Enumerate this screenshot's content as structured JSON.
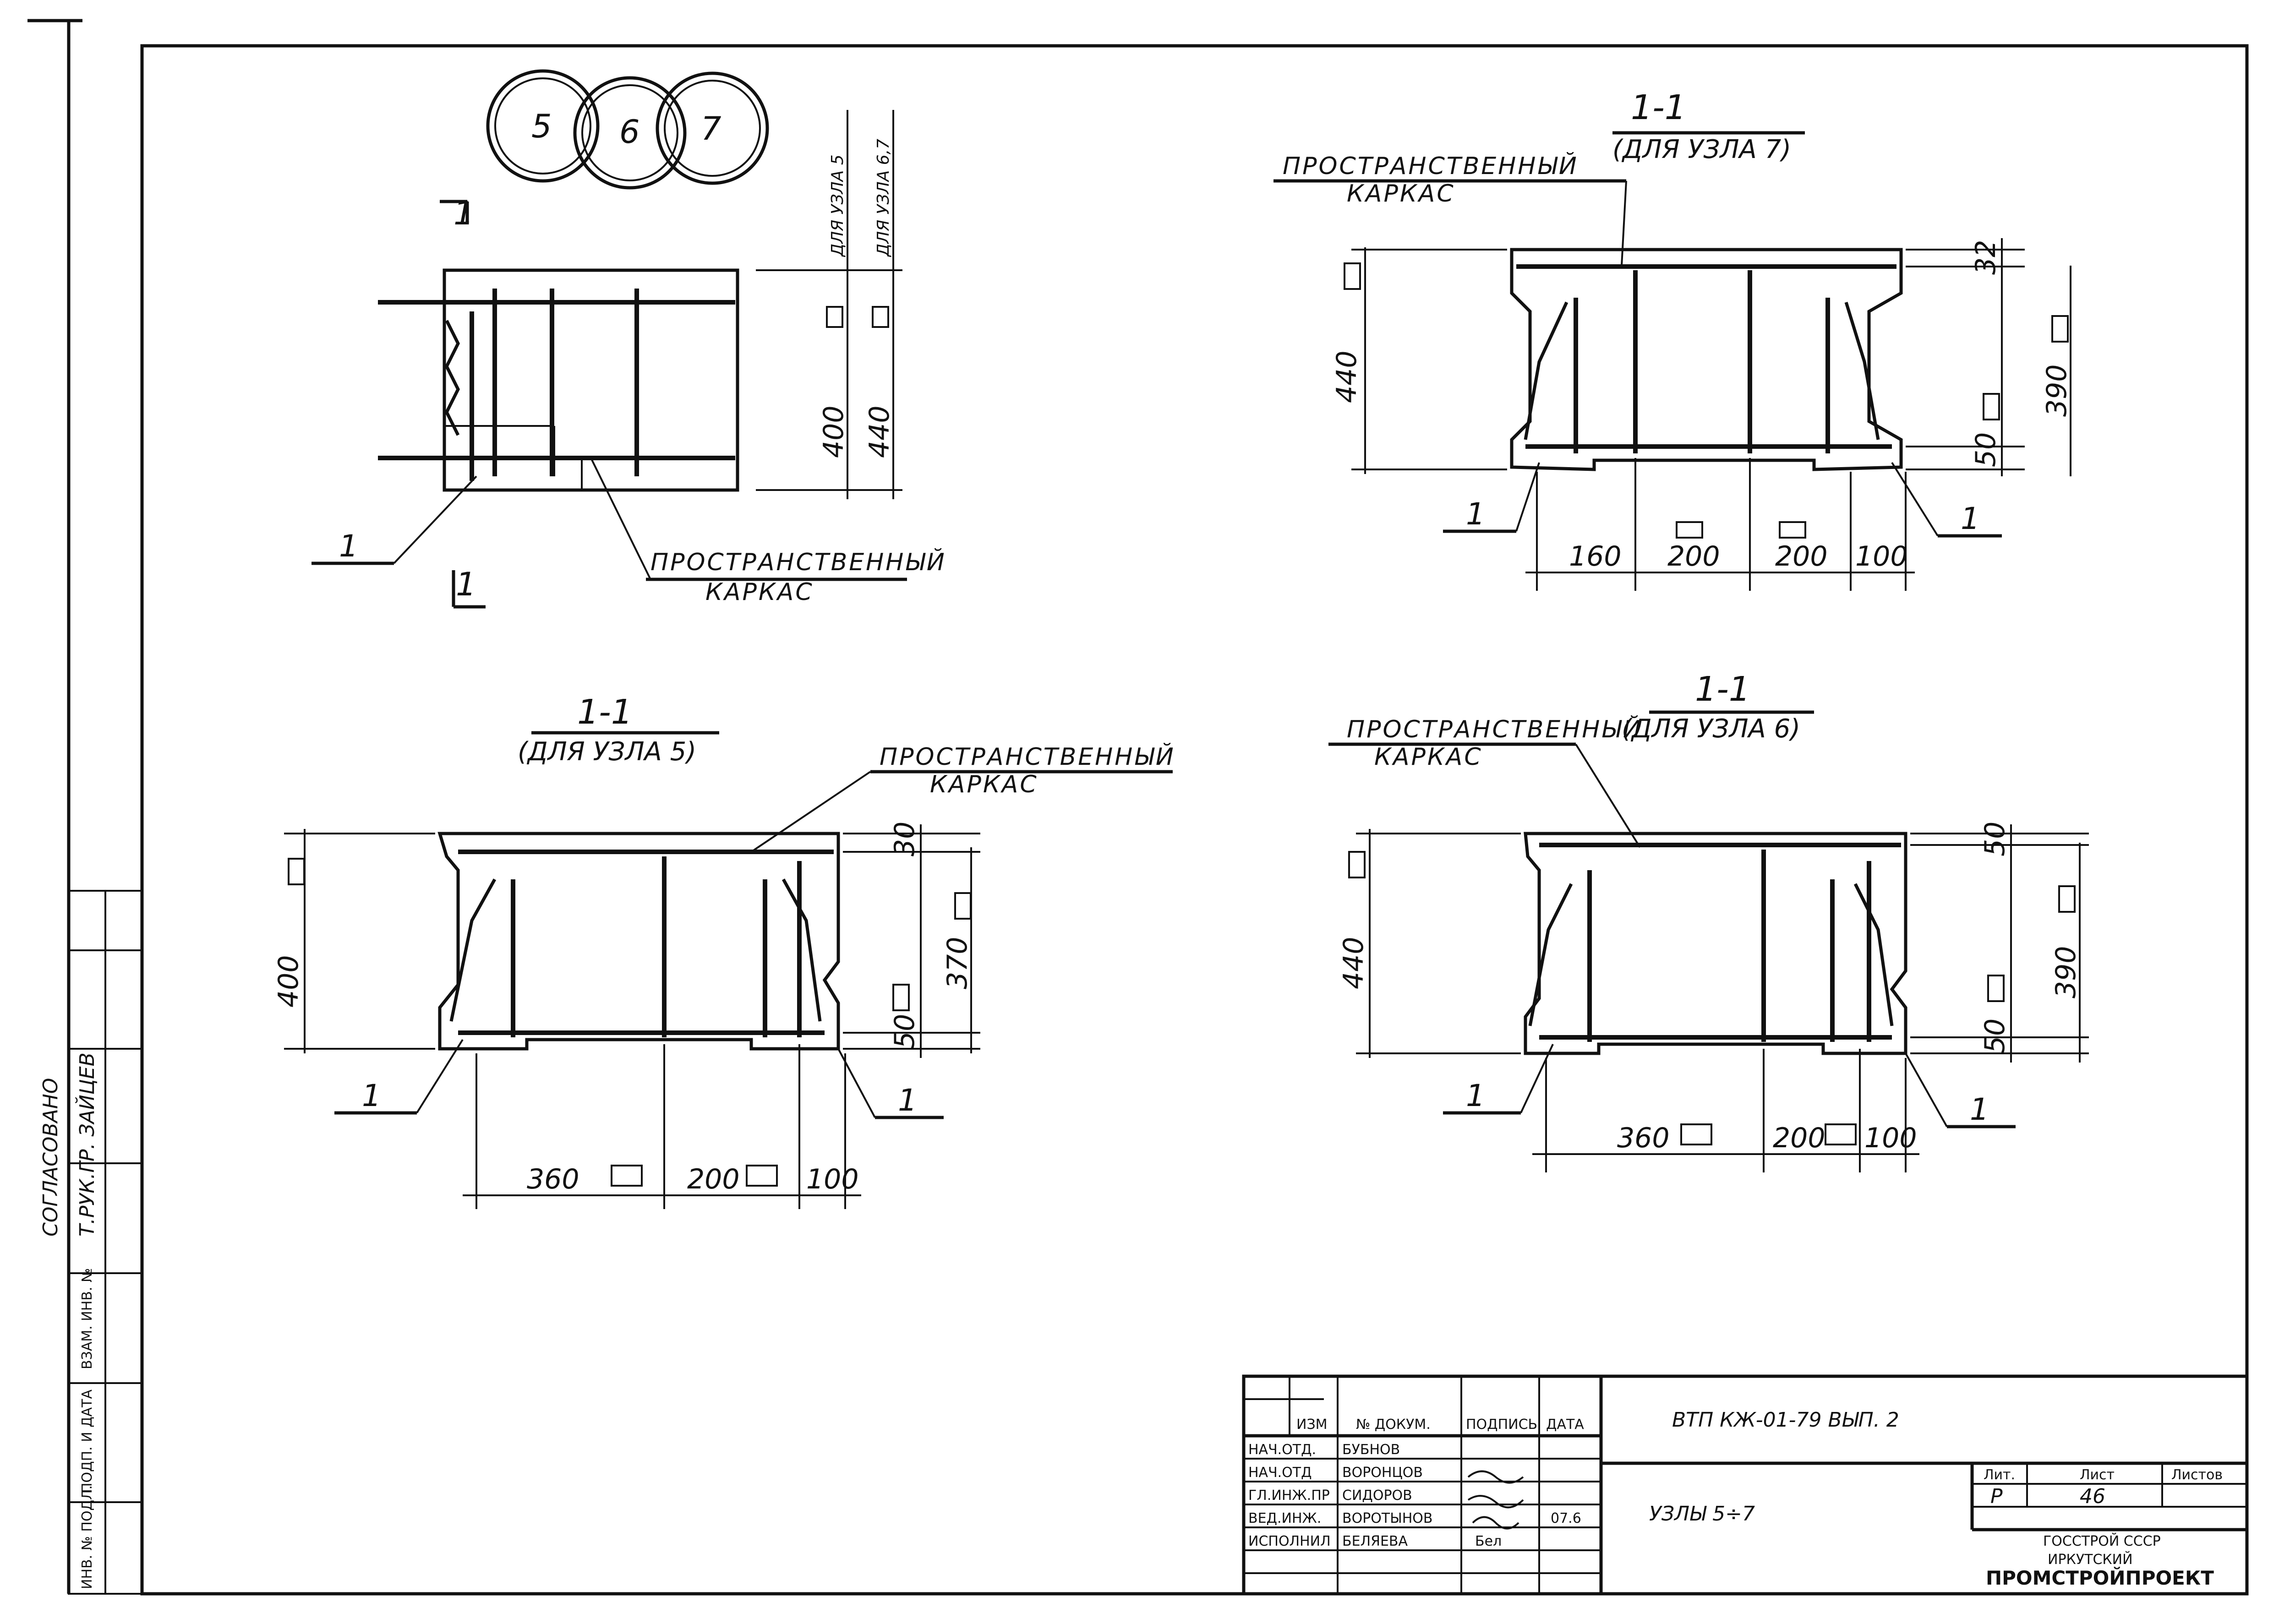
{
  "node_circles": [
    "5",
    "6",
    "7"
  ],
  "plan_view": {
    "section_mark": "1",
    "dims": [
      "400",
      "440"
    ],
    "dim_notes": [
      "ДЛЯ УЗЛА 5",
      "ДЛЯ УЗЛА 6,7"
    ],
    "callout_1": "1",
    "cage_label": [
      "ПРОСТРАНСТВЕННЫЙ",
      "КАРКАС"
    ]
  },
  "section_7": {
    "title": "1-1",
    "subtitle": "(ДЛЯ УЗЛА 7)",
    "cage_label": [
      "ПРОСТРАНСТВЕННЫЙ",
      "КАРКАС"
    ],
    "dims_v": [
      "440",
      "390",
      "32",
      "50"
    ],
    "dims_h": [
      "160",
      "200",
      "200",
      "100"
    ],
    "callouts": [
      "1",
      "1"
    ]
  },
  "section_5": {
    "title": "1-1",
    "subtitle": "(ДЛЯ УЗЛА 5)",
    "cage_label": [
      "ПРОСТРАНСТВЕННЫЙ",
      "КАРКАС"
    ],
    "dims_v": [
      "400",
      "370",
      "30",
      "50"
    ],
    "dims_h": [
      "360",
      "200",
      "100"
    ],
    "callouts": [
      "1",
      "1"
    ]
  },
  "section_6": {
    "title": "1-1",
    "subtitle": "(ДЛЯ УЗЛА 6)",
    "cage_label": [
      "ПРОСТРАНСТВЕННЫЙ",
      "КАРКАС"
    ],
    "dims_v": [
      "440",
      "390",
      "50",
      "50"
    ],
    "dims_h": [
      "360",
      "200",
      "100"
    ],
    "callouts": [
      "1",
      "1"
    ]
  },
  "left_stamp": {
    "vertical_text": [
      "СОГЛАСОВАНО",
      "Т.РУК.ГР. ЗАЙЦЕВ"
    ],
    "fields": [
      "ВЗАМ. ИНВ. №",
      "ПОДП. И ДАТА",
      "ИНВ. № ПОДЛ."
    ]
  },
  "title_block": {
    "headers": [
      "ИЗМ",
      "№ ДОКУМ.",
      "ПОДПИСЬ",
      "ДАТА"
    ],
    "rows": [
      {
        "role": "НАЧ.ОТД.",
        "name": "БУБНОВ",
        "sign": "",
        "date": ""
      },
      {
        "role": "НАЧ.ОТД",
        "name": "ВОРОНЦОВ",
        "sign": "",
        "date": ""
      },
      {
        "role": "ГЛ.ИНЖ.ПР",
        "name": "СИДОРОВ",
        "sign": "",
        "date": ""
      },
      {
        "role": "ВЕД.ИНЖ.",
        "name": "ВОРОТЫНОВ",
        "sign": "",
        "date": "07.6"
      },
      {
        "role": "ИСПОЛНИЛ",
        "name": "БЕЛЯЕВА",
        "sign": "Бел",
        "date": ""
      }
    ],
    "doc_code": "ВТП КЖ-01-79   ВЫП. 2",
    "sheet_title": "УЗЛЫ 5÷7",
    "stage_header": "Лит.",
    "sheet_header": "Лист",
    "sheets_header": "Листов",
    "stage": "Р",
    "sheet": "46",
    "org": [
      "ГОССТРОЙ СССР",
      "ИРКУТСКИЙ",
      "ПРОМСТРОЙПРОЕКТ"
    ]
  }
}
